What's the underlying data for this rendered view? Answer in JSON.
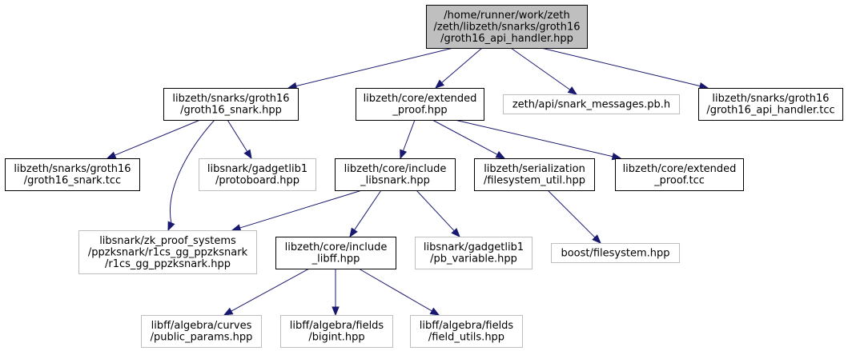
{
  "colors": {
    "edge": "#191970",
    "root_fill": "#bfbfbf",
    "node_fill": "#ffffff",
    "border_dark": "#000000",
    "border_light": "#bfbfbf",
    "text": "#000000"
  },
  "nodes": [
    {
      "id": "root",
      "lines": [
        "/home/runner/work/zeth",
        "/zeth/libzeth/snarks/groth16",
        "/groth16_api_handler.hpp"
      ],
      "style": "root"
    },
    {
      "id": "groth16_snark_hpp",
      "lines": [
        "libzeth/snarks/groth16",
        "/groth16_snark.hpp"
      ],
      "style": "dark"
    },
    {
      "id": "extended_proof_hpp",
      "lines": [
        "libzeth/core/extended",
        "_proof.hpp"
      ],
      "style": "dark"
    },
    {
      "id": "snark_messages",
      "lines": [
        "zeth/api/snark_messages.pb.h"
      ],
      "style": "light"
    },
    {
      "id": "groth16_api_handler_tcc",
      "lines": [
        "libzeth/snarks/groth16",
        "/groth16_api_handler.tcc"
      ],
      "style": "dark"
    },
    {
      "id": "groth16_snark_tcc",
      "lines": [
        "libzeth/snarks/groth16",
        "/groth16_snark.tcc"
      ],
      "style": "dark"
    },
    {
      "id": "protoboard",
      "lines": [
        "libsnark/gadgetlib1",
        "/protoboard.hpp"
      ],
      "style": "light"
    },
    {
      "id": "include_libsnark",
      "lines": [
        "libzeth/core/include",
        "_libsnark.hpp"
      ],
      "style": "dark"
    },
    {
      "id": "filesystem_util",
      "lines": [
        "libzeth/serialization",
        "/filesystem_util.hpp"
      ],
      "style": "dark"
    },
    {
      "id": "extended_proof_tcc",
      "lines": [
        "libzeth/core/extended",
        "_proof.tcc"
      ],
      "style": "dark"
    },
    {
      "id": "r1cs_gg_ppzksnark",
      "lines": [
        "libsnark/zk_proof_systems",
        "/ppzksnark/r1cs_gg_ppzksnark",
        "/r1cs_gg_ppzksnark.hpp"
      ],
      "style": "light"
    },
    {
      "id": "include_libff",
      "lines": [
        "libzeth/core/include",
        "_libff.hpp"
      ],
      "style": "dark"
    },
    {
      "id": "pb_variable",
      "lines": [
        "libsnark/gadgetlib1",
        "/pb_variable.hpp"
      ],
      "style": "light"
    },
    {
      "id": "boost_filesystem",
      "lines": [
        "boost/filesystem.hpp"
      ],
      "style": "light"
    },
    {
      "id": "public_params",
      "lines": [
        "libff/algebra/curves",
        "/public_params.hpp"
      ],
      "style": "light"
    },
    {
      "id": "bigint",
      "lines": [
        "libff/algebra/fields",
        "/bigint.hpp"
      ],
      "style": "light"
    },
    {
      "id": "field_utils",
      "lines": [
        "libff/algebra/fields",
        "/field_utils.hpp"
      ],
      "style": "light"
    }
  ],
  "edges": [
    {
      "from": "root",
      "to": "groth16_snark_hpp"
    },
    {
      "from": "root",
      "to": "extended_proof_hpp"
    },
    {
      "from": "root",
      "to": "snark_messages"
    },
    {
      "from": "root",
      "to": "groth16_api_handler_tcc"
    },
    {
      "from": "groth16_snark_hpp",
      "to": "groth16_snark_tcc"
    },
    {
      "from": "groth16_snark_hpp",
      "to": "protoboard"
    },
    {
      "from": "groth16_snark_hpp",
      "to": "r1cs_gg_ppzksnark"
    },
    {
      "from": "extended_proof_hpp",
      "to": "include_libsnark"
    },
    {
      "from": "extended_proof_hpp",
      "to": "filesystem_util"
    },
    {
      "from": "extended_proof_hpp",
      "to": "extended_proof_tcc"
    },
    {
      "from": "include_libsnark",
      "to": "r1cs_gg_ppzksnark"
    },
    {
      "from": "include_libsnark",
      "to": "include_libff"
    },
    {
      "from": "include_libsnark",
      "to": "pb_variable"
    },
    {
      "from": "filesystem_util",
      "to": "boost_filesystem"
    },
    {
      "from": "include_libff",
      "to": "public_params"
    },
    {
      "from": "include_libff",
      "to": "bigint"
    },
    {
      "from": "include_libff",
      "to": "field_utils"
    }
  ]
}
